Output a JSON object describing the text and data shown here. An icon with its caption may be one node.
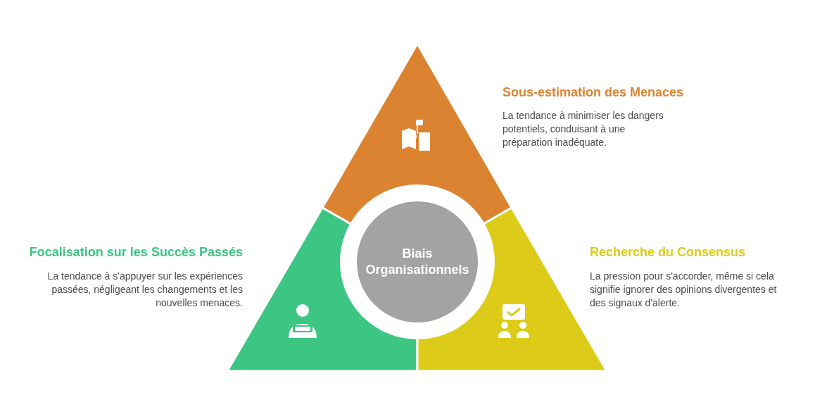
{
  "diagram": {
    "nodes": [
      {
        "text": [
          "Biais Organisationnels"
        ]
      },
      {
        "text": [
          "Sous-estimation des Menaces",
          "La tendance à minimiser les dangers potentiels, conduisant à une préparation inadéquate."
        ]
      },
      {
        "text": [
          "Focalisation sur les Succès Passés",
          "La tendance à s'appuyer sur les expériences passées, négligeant les changements et les nouvelles menaces."
        ]
      },
      {
        "text": [
          "Recherche du Consensus",
          "La pression pour s'accorder, même si cela signifie ignorer des opinions divergentes et des signaux d'alerte."
        ]
      }
    ],
    "edges": []
  }
}
